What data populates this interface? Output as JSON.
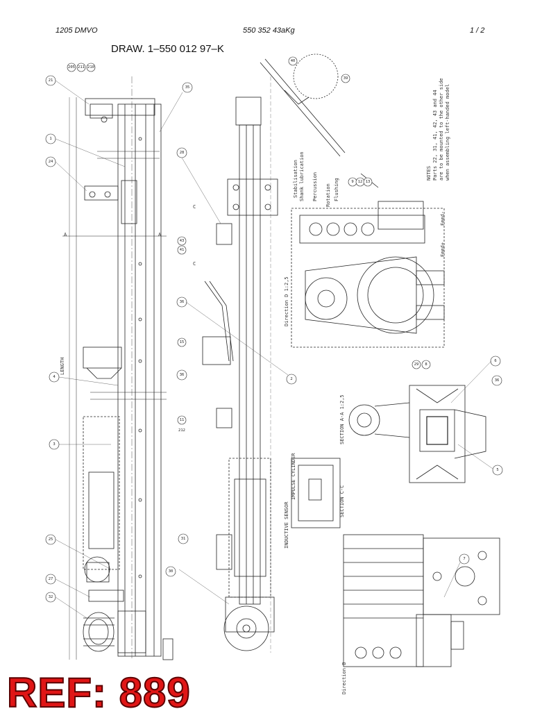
{
  "header": {
    "left": "1205 DMVO",
    "center": "550 352 43aKg",
    "right": "1 /  2"
  },
  "drawing_title": "DRAW. 1–550 012 97–K",
  "watermark": "REF: 889",
  "labels": {
    "length": "LENGTH",
    "section_a": "A",
    "section_c": "C",
    "section_aa": "SECTION A-A 1:2,5",
    "section_cc": "SECTION C-C",
    "direction_d": "Direction D 1:2,5",
    "direction_b": "Direction B",
    "impulse_cylinder": "IMPULSE CYLINDER",
    "inductive_sensor": "INDUCTIVE SENSOR",
    "stabilisation": "Stabilisation",
    "shank_lubrication": "Shank lubrication",
    "percussion": "Percussion",
    "rotation": "Rotation",
    "flushing": "Flushing",
    "feed_plus": "Feed+",
    "feed_minus": "Feed-",
    "notes_title": "NOTES",
    "notes_line1": "Parts 22, 31, 41, 42, 43 and 44",
    "notes_line2": "are to be mounted to the other side",
    "notes_line3": "when assembling left-handed model"
  },
  "balloons": {
    "b21": "21",
    "b205": "205",
    "b211": "211",
    "b210": "210",
    "b1": "1",
    "b24": "24",
    "b4": "4",
    "b3": "3",
    "b25": "25",
    "b27": "27",
    "b32": "32",
    "b28": "28",
    "b36": "36",
    "b2": "2",
    "b31": "31",
    "b35": "35",
    "b5": "5",
    "b6": "6",
    "b9": "9",
    "b212": "212",
    "b43": "43",
    "b41": "41",
    "b15": "15",
    "b7": "7",
    "b8": "8",
    "b11": "11",
    "b12": "12",
    "b13": "13",
    "b40": "40",
    "b39": "39",
    "b29": "29",
    "b30": "30"
  }
}
